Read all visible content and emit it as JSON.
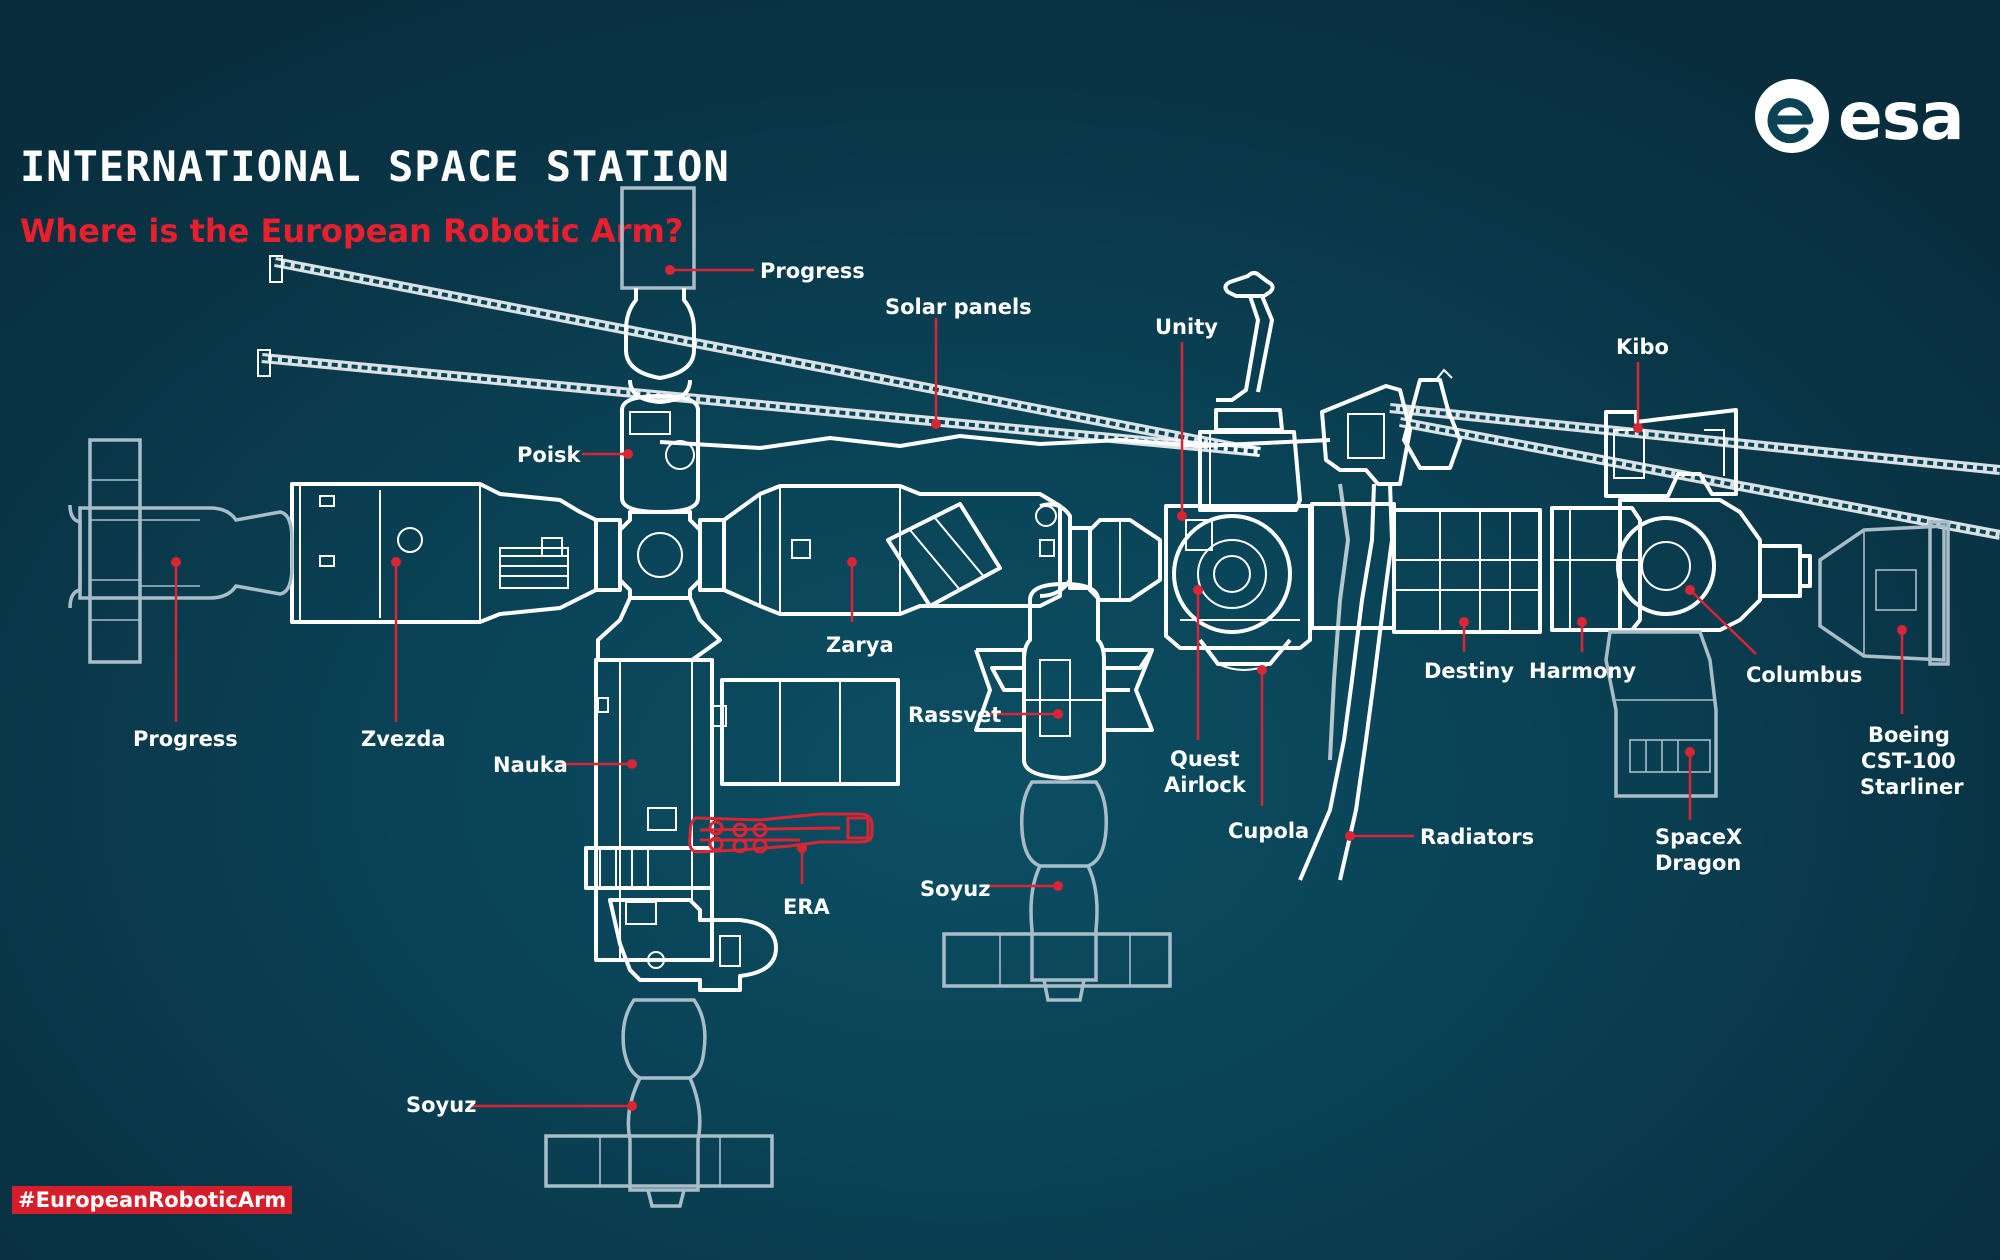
{
  "title": "INTERNATIONAL SPACE STATION",
  "subtitle": "Where is the European Robotic Arm?",
  "hashtag": "#EuropeanRoboticArm",
  "logo": {
    "text": "esa"
  },
  "colors": {
    "background": "#0a4256",
    "accent": "#d92534",
    "line": "#ffffff"
  },
  "labels": {
    "progress_top": "Progress",
    "solar_panels": "Solar panels",
    "unity": "Unity",
    "kibo": "Kibo",
    "poisk": "Poisk",
    "progress_left": "Progress",
    "zvezda": "Zvezda",
    "zarya": "Zarya",
    "nauka": "Nauka",
    "rassvet": "Rassvet",
    "quest_airlock": [
      "Quest",
      "Airlock"
    ],
    "cupola": "Cupola",
    "destiny": "Destiny",
    "harmony": "Harmony",
    "columbus": "Columbus",
    "boeing_starliner": [
      "Boeing",
      "CST-100",
      "Starliner"
    ],
    "spacex_dragon": [
      "SpaceX",
      "Dragon"
    ],
    "radiators": "Radiators",
    "era": "ERA",
    "soyuz_mid": "Soyuz",
    "soyuz_bottom": "Soyuz"
  }
}
